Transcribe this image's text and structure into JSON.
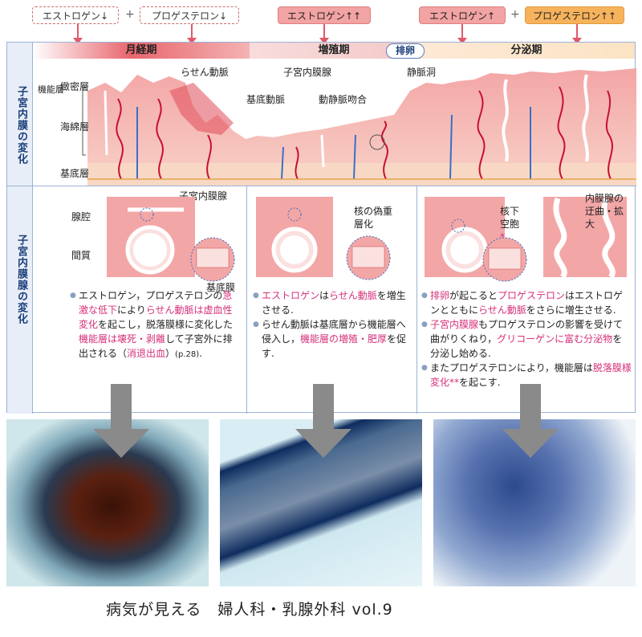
{
  "hormones": {
    "menstrual_estrogen": "エストロゲン↓",
    "plus_sign": "+",
    "menstrual_progesterone": "プロゲステロン↓",
    "proliferative_estrogen": "エストロゲン↑↑",
    "secretory_estrogen": "エストロゲン↑",
    "secretory_progesterone": "プロゲステロン↑↑"
  },
  "phases": {
    "menstrual": "月経期",
    "proliferative": "増殖期",
    "ovulation": "排卵",
    "secretory": "分泌期"
  },
  "row_labels": {
    "endometrium": "子宮内膜の変化",
    "glands": "子宮内膜腺の変化"
  },
  "layer_labels": {
    "functional": "機能層",
    "compact": "緻密層",
    "spongy": "海綿層",
    "basal": "基底層"
  },
  "endometrium_labels": {
    "spiral_artery": "らせん動脈",
    "endometrium": "子宮内膜腺",
    "basal_artery": "基底動脈",
    "av_anastomosis": "動静脈吻合",
    "venous_sinus": "静脈洞",
    "endometrial_gland": "子宮内膜腺"
  },
  "gland_labels": {
    "lumen": "腺腔",
    "stroma": "間質",
    "basement_membrane": "基底膜",
    "pseudostratified": "核の偽重層化",
    "subnuclear_vacuole": "核下空胞",
    "asterisk": "*",
    "tortuous": "内膜腺の迂曲・拡大"
  },
  "descriptions": {
    "menstrual": [
      {
        "parts": [
          {
            "t": "エストロゲン，プロゲステロンの",
            "h": false
          },
          {
            "t": "急激な低下",
            "h": true
          },
          {
            "t": "により",
            "h": false
          },
          {
            "t": "らせん動脈は虚血性変化",
            "h": true
          },
          {
            "t": "を起こし，脱落膜様に変化した",
            "h": false
          },
          {
            "t": "機能層は壊死・剥離",
            "h": true
          },
          {
            "t": "して子宮外に排出される（",
            "h": false
          },
          {
            "t": "消退出血",
            "h": true
          },
          {
            "t": "）",
            "h": false
          },
          {
            "t": "(p.28)",
            "h": false,
            "ref": true
          },
          {
            "t": ".",
            "h": false
          }
        ]
      }
    ],
    "proliferative": [
      {
        "parts": [
          {
            "t": "エストロゲン",
            "h": true
          },
          {
            "t": "は",
            "h": false
          },
          {
            "t": "らせん動脈",
            "h": true
          },
          {
            "t": "を増生させる.",
            "h": false
          }
        ]
      },
      {
        "parts": [
          {
            "t": "らせん動脈は基底層から機能層へ侵入し，",
            "h": false
          },
          {
            "t": "機能層の増殖・肥厚",
            "h": true
          },
          {
            "t": "を促す.",
            "h": false
          }
        ]
      }
    ],
    "secretory": [
      {
        "parts": [
          {
            "t": "排卵",
            "h": true
          },
          {
            "t": "が起こると",
            "h": false
          },
          {
            "t": "プロゲステロン",
            "h": true
          },
          {
            "t": "はエストロゲンとともに",
            "h": false
          },
          {
            "t": "らせん動脈",
            "h": true
          },
          {
            "t": "をさらに増生させる.",
            "h": false
          }
        ]
      },
      {
        "parts": [
          {
            "t": "子宮内膜腺",
            "h": true
          },
          {
            "t": "もプロゲステロンの影響を受けて曲がりくねり，",
            "h": false
          },
          {
            "t": "グリコーゲンに富む分泌物",
            "h": true
          },
          {
            "t": "を分泌し始める.",
            "h": false
          }
        ]
      },
      {
        "parts": [
          {
            "t": "またプロゲステロンにより，機能層は",
            "h": false
          },
          {
            "t": "脱落膜様変化**",
            "h": true
          },
          {
            "t": "を起こす.",
            "h": false
          }
        ]
      }
    ]
  },
  "caption": "病気が見える　婦人科・乳腺外科 vol.9",
  "colors": {
    "accent_pink": "#d6307a",
    "border_blue": "#9bb2d6",
    "menstrual_bar": "#e8666e",
    "proliferative_bar": "#f4c8c8",
    "secretory_bar": "#fbe3c4"
  }
}
